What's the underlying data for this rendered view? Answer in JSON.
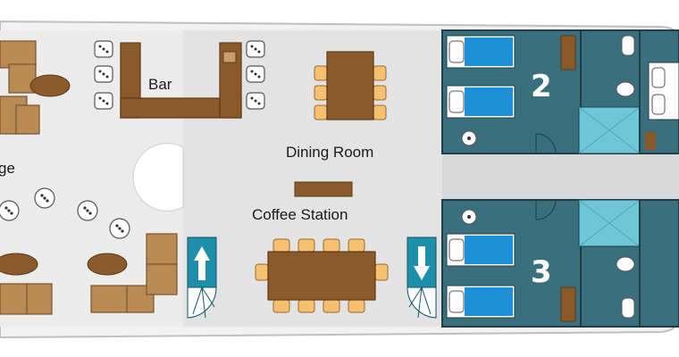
{
  "labels": {
    "bar": "Bar",
    "dining_room": "Dining Room",
    "coffee_station": "Coffee Station",
    "lounge_partial": "ge"
  },
  "cabins": [
    {
      "number": "2"
    },
    {
      "number": "3"
    }
  ],
  "colors": {
    "hull": "#f2f2f2",
    "floor": "#d9d9d9",
    "cabin": "#3a6f7d",
    "wood": "#8b5a2b",
    "sofa": "#b98a53",
    "bed": "#1e90d6",
    "shower": "#6fc6d6"
  },
  "icons": {
    "stairs_up": "arrow-up-icon",
    "stairs_down": "arrow-down-icon"
  }
}
